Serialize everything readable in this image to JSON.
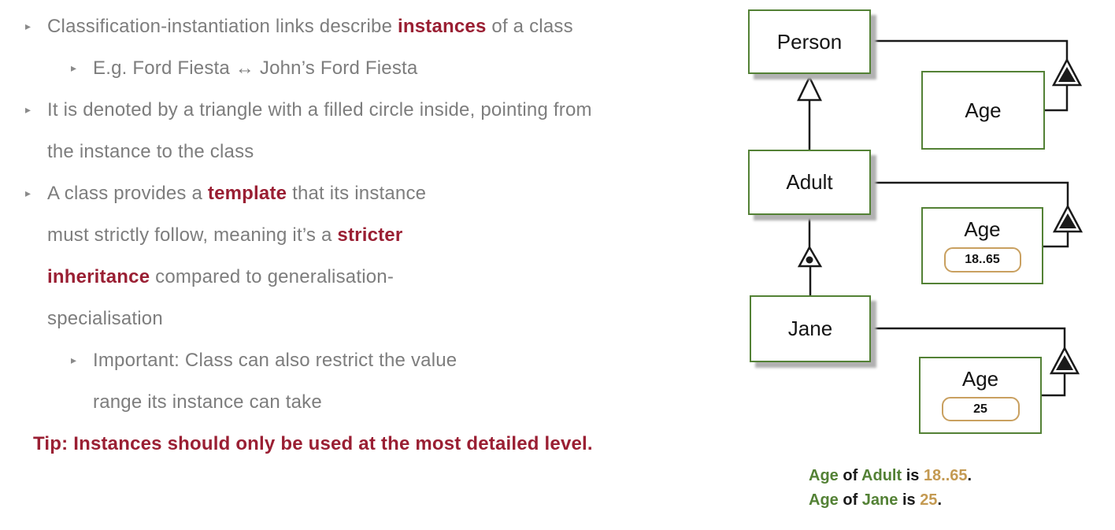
{
  "bullet_marker": "▸",
  "content": {
    "b1_pre": "Classification-instantiation links describe ",
    "b1_em": "instances",
    "b1_post": " of a class",
    "b1_sub": "E.g. Ford Fiesta ↔ John’s Ford Fiesta",
    "b2_l1": "It is denoted by a triangle with a filled circle inside, pointing from",
    "b2_l2": "the instance to the class",
    "b3_l1_pre": "A class provides a ",
    "b3_l1_em": "template",
    "b3_l1_post": " that its instance",
    "b3_l2_pre": "must strictly follow, meaning it’s a ",
    "b3_l2_em": "stricter",
    "b3_l3_em": "inheritance",
    "b3_l3_post": " compared to generalisation-",
    "b3_l4": "specialisation",
    "b4_l1": "Important: Class can also restrict the value",
    "b4_l2": "range its instance can take",
    "tip": "Tip: Instances should only be used at the most detailed level."
  },
  "diagram": {
    "person_label": "Person",
    "adult_label": "Adult",
    "jane_label": "Jane",
    "age1_label": "Age",
    "age2_label": "Age",
    "age3_label": "Age",
    "age_adult_value": "18..65",
    "age_jane_value": "25"
  },
  "caption": {
    "l1_age": "Age",
    "l1_of": " of ",
    "l1_owner": "Adult",
    "l1_is": " is ",
    "l1_value": "18..65",
    "l1_period": ".",
    "l2_age": "Age",
    "l2_of": " of ",
    "l2_owner": "Jane",
    "l2_is": " is ",
    "l2_value": "25",
    "l2_period": "."
  },
  "colors": {
    "body_text_gray": "#7d7d7d",
    "emphasis_maroon": "#9a1f33",
    "box_border_green": "#538135",
    "value_border_tan": "#c9a060",
    "caption_green": "#538135",
    "caption_tan": "#c49a52",
    "line_black": "#1a1a1a"
  }
}
